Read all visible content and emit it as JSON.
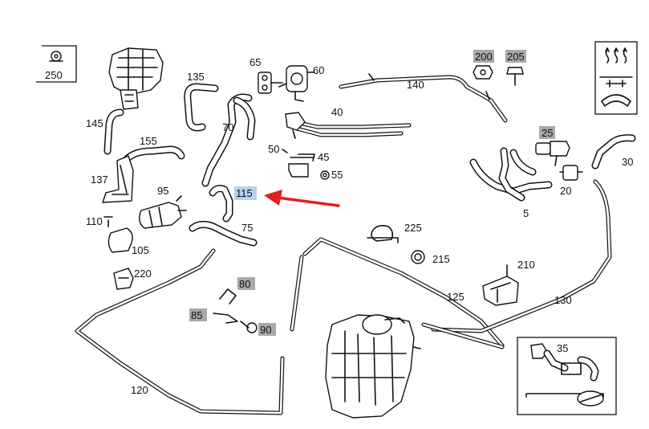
{
  "labels": {
    "p250": "250",
    "p135": "135",
    "p65": "65",
    "p60": "60",
    "p140": "140",
    "p200": "200",
    "p205": "205",
    "p145": "145",
    "p70": "70",
    "p40": "40",
    "p155": "155",
    "p50": "50",
    "p45": "45",
    "p55": "55",
    "p25": "25",
    "p30": "30",
    "p137": "137",
    "p95": "95",
    "p115": "115",
    "p20": "20",
    "p5": "5",
    "p110": "110",
    "p75": "75",
    "p225": "225",
    "p105": "105",
    "p215": "215",
    "p220": "220",
    "p210": "210",
    "p80": "80",
    "p125": "125",
    "p130": "130",
    "p85": "85",
    "p90": "90",
    "p35": "35",
    "p120": "120"
  },
  "colors": {
    "highlight_gray": "#a9a9a9",
    "highlight_blue": "#b3d4ef",
    "arrow_red": "#e0201c",
    "line": "#111111"
  }
}
